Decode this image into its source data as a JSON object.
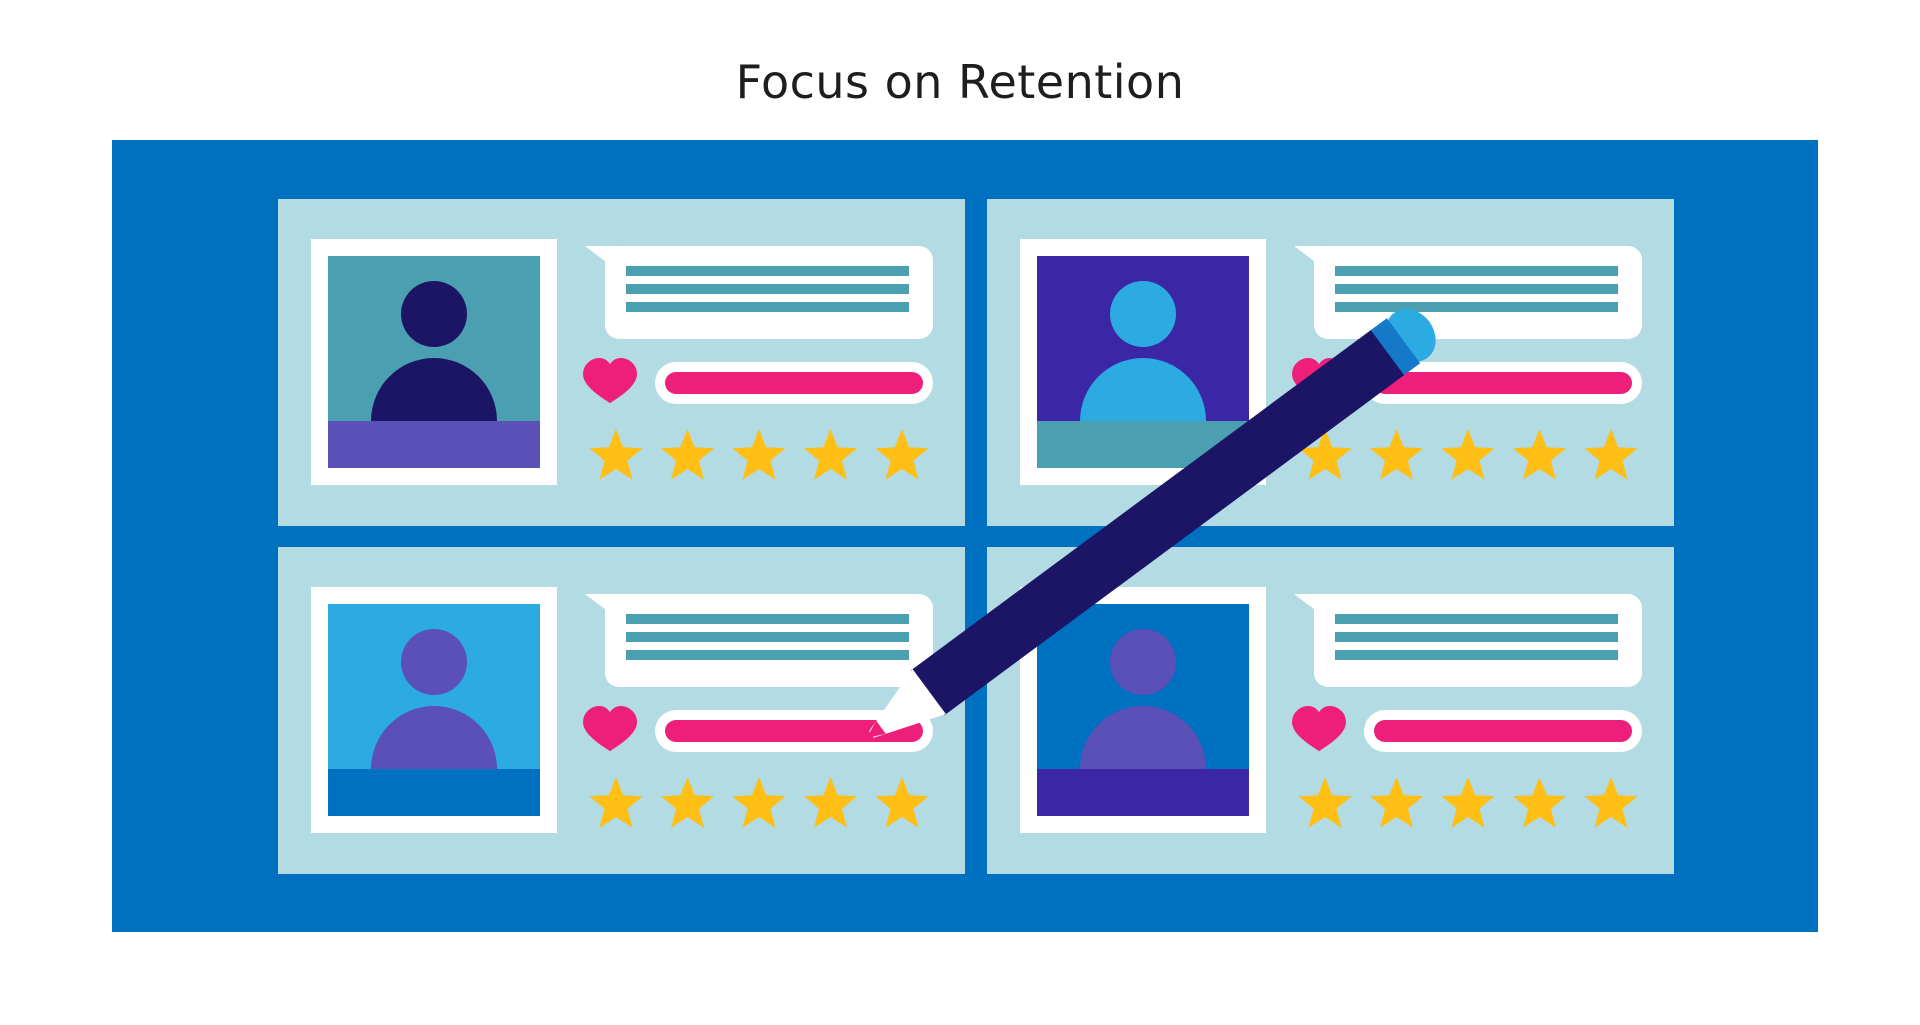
{
  "title": "Focus on Retention",
  "colors": {
    "frame": "#0070c0",
    "card": "#b3dbe3",
    "photo_border": "#ffffff",
    "text_line": "#4a9fb0",
    "progress": "#ee1f7b",
    "heart": "#ee1f7b",
    "star": "#ffbf14",
    "pencil_body": "#1c1565",
    "pencil_cap": "#2caae2",
    "pencil_band": "#1479c8",
    "pencil_tip": "#ffffff"
  },
  "cards": [
    {
      "photo_bg": "#4a9fb0",
      "person": "#1c1565",
      "base": "#5b4fb8",
      "rating": 5,
      "liked": true,
      "progress": 1.0
    },
    {
      "photo_bg": "#3b26a5",
      "person": "#2caae2",
      "base": "#4a9fb0",
      "rating": 5,
      "liked": true,
      "progress": 1.0
    },
    {
      "photo_bg": "#2caae2",
      "person": "#5b4fb8",
      "base": "#0070c0",
      "rating": 5,
      "liked": true,
      "progress": 1.0
    },
    {
      "photo_bg": "#0070c0",
      "person": "#5b4fb8",
      "base": "#3b26a5",
      "rating": 5,
      "liked": true,
      "progress": 1.0
    }
  ],
  "icons": {
    "heart": "heart-icon",
    "star": "star-icon",
    "person": "person-icon",
    "pencil": "pencil-icon",
    "speech": "speech-bubble-icon"
  }
}
